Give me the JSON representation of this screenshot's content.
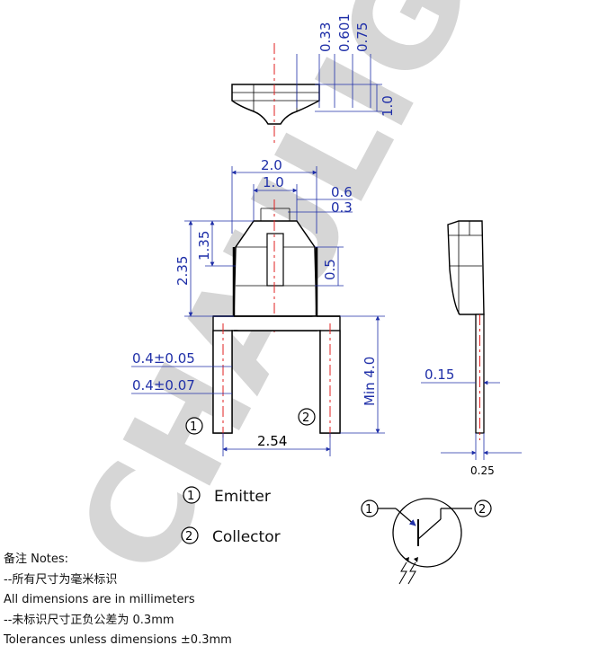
{
  "watermark": "CHAULIGHT",
  "dimensions": {
    "top_033": "0.33",
    "top_0601": "0.601",
    "top_075": "0.75",
    "top_10": "1.0",
    "width_20": "2.0",
    "width_10": "1.0",
    "d_06": "0.6",
    "d_03": "0.3",
    "h_135": "1.35",
    "h_235": "2.35",
    "d_05": "0.5",
    "lead_width_1": "0.4±0.05",
    "lead_width_2": "0.4±0.07",
    "lead_length": "Min 4.0",
    "pitch": "2.54",
    "side_015": "0.15",
    "side_025": "0.25"
  },
  "pins": {
    "pin1_number": "1",
    "pin2_number": "2",
    "pin1_label": "Emitter",
    "pin2_label": "Collector"
  },
  "notes": {
    "heading": "备注 Notes:",
    "line1_cn": " --所有尺寸为毫米标识",
    "line1_en": "All dimensions are in millimeters",
    "line2_cn": "--未标识尺寸正负公差为 0.3mm",
    "line2_en": "Tolerances unless dimensions ±0.3mm"
  },
  "colors": {
    "dimension": "#1f2fa8",
    "centerline": "#e02020",
    "outline": "#000000",
    "watermark": "#c8c8c8"
  }
}
